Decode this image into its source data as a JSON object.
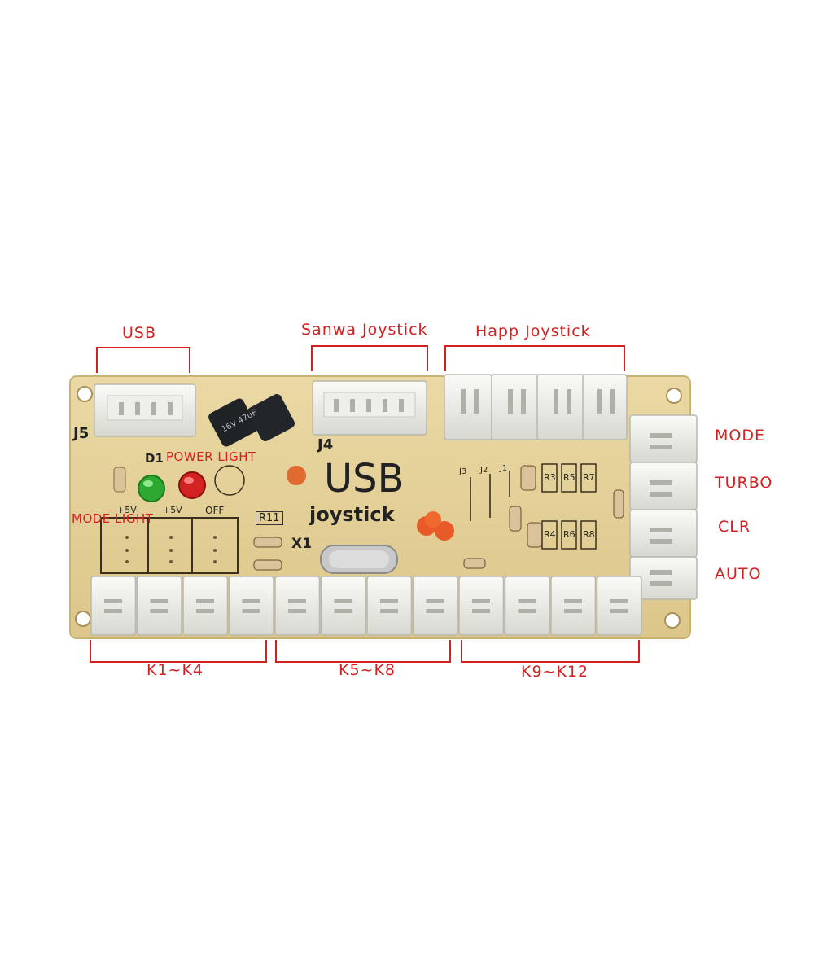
{
  "callouts": {
    "usb": "USB",
    "sanwa": "Sanwa Joystick",
    "happ": "Happ Joystick",
    "mode": "MODE",
    "turbo": "TURBO",
    "clr": "CLR",
    "auto": "AUTO",
    "k1_k4": "K1~K4",
    "k5_k8": "K5~K8",
    "k9_k12": "K9~K12"
  },
  "board": {
    "title": "USB",
    "subtitle": "joystick",
    "power_light": "POWER LIGHT",
    "mode_light": "MODE LIGHT",
    "j5": "J5",
    "j4": "J4",
    "d1": "D1",
    "x1": "X1",
    "r11": "R11",
    "off": "OFF",
    "plus5v_a": "+5V",
    "plus5v_b": "+5V",
    "resistors_top": [
      "R3",
      "R5",
      "R7"
    ],
    "resistors_bottom": [
      "R4",
      "R6",
      "R8"
    ],
    "jumpers": [
      "J3",
      "J2",
      "J1"
    ]
  },
  "colors": {
    "pcb": "#e6d49a",
    "connector": "#f1f1ee",
    "callout": "#d42020",
    "led_green": "#2ea830",
    "led_red": "#d22222"
  }
}
